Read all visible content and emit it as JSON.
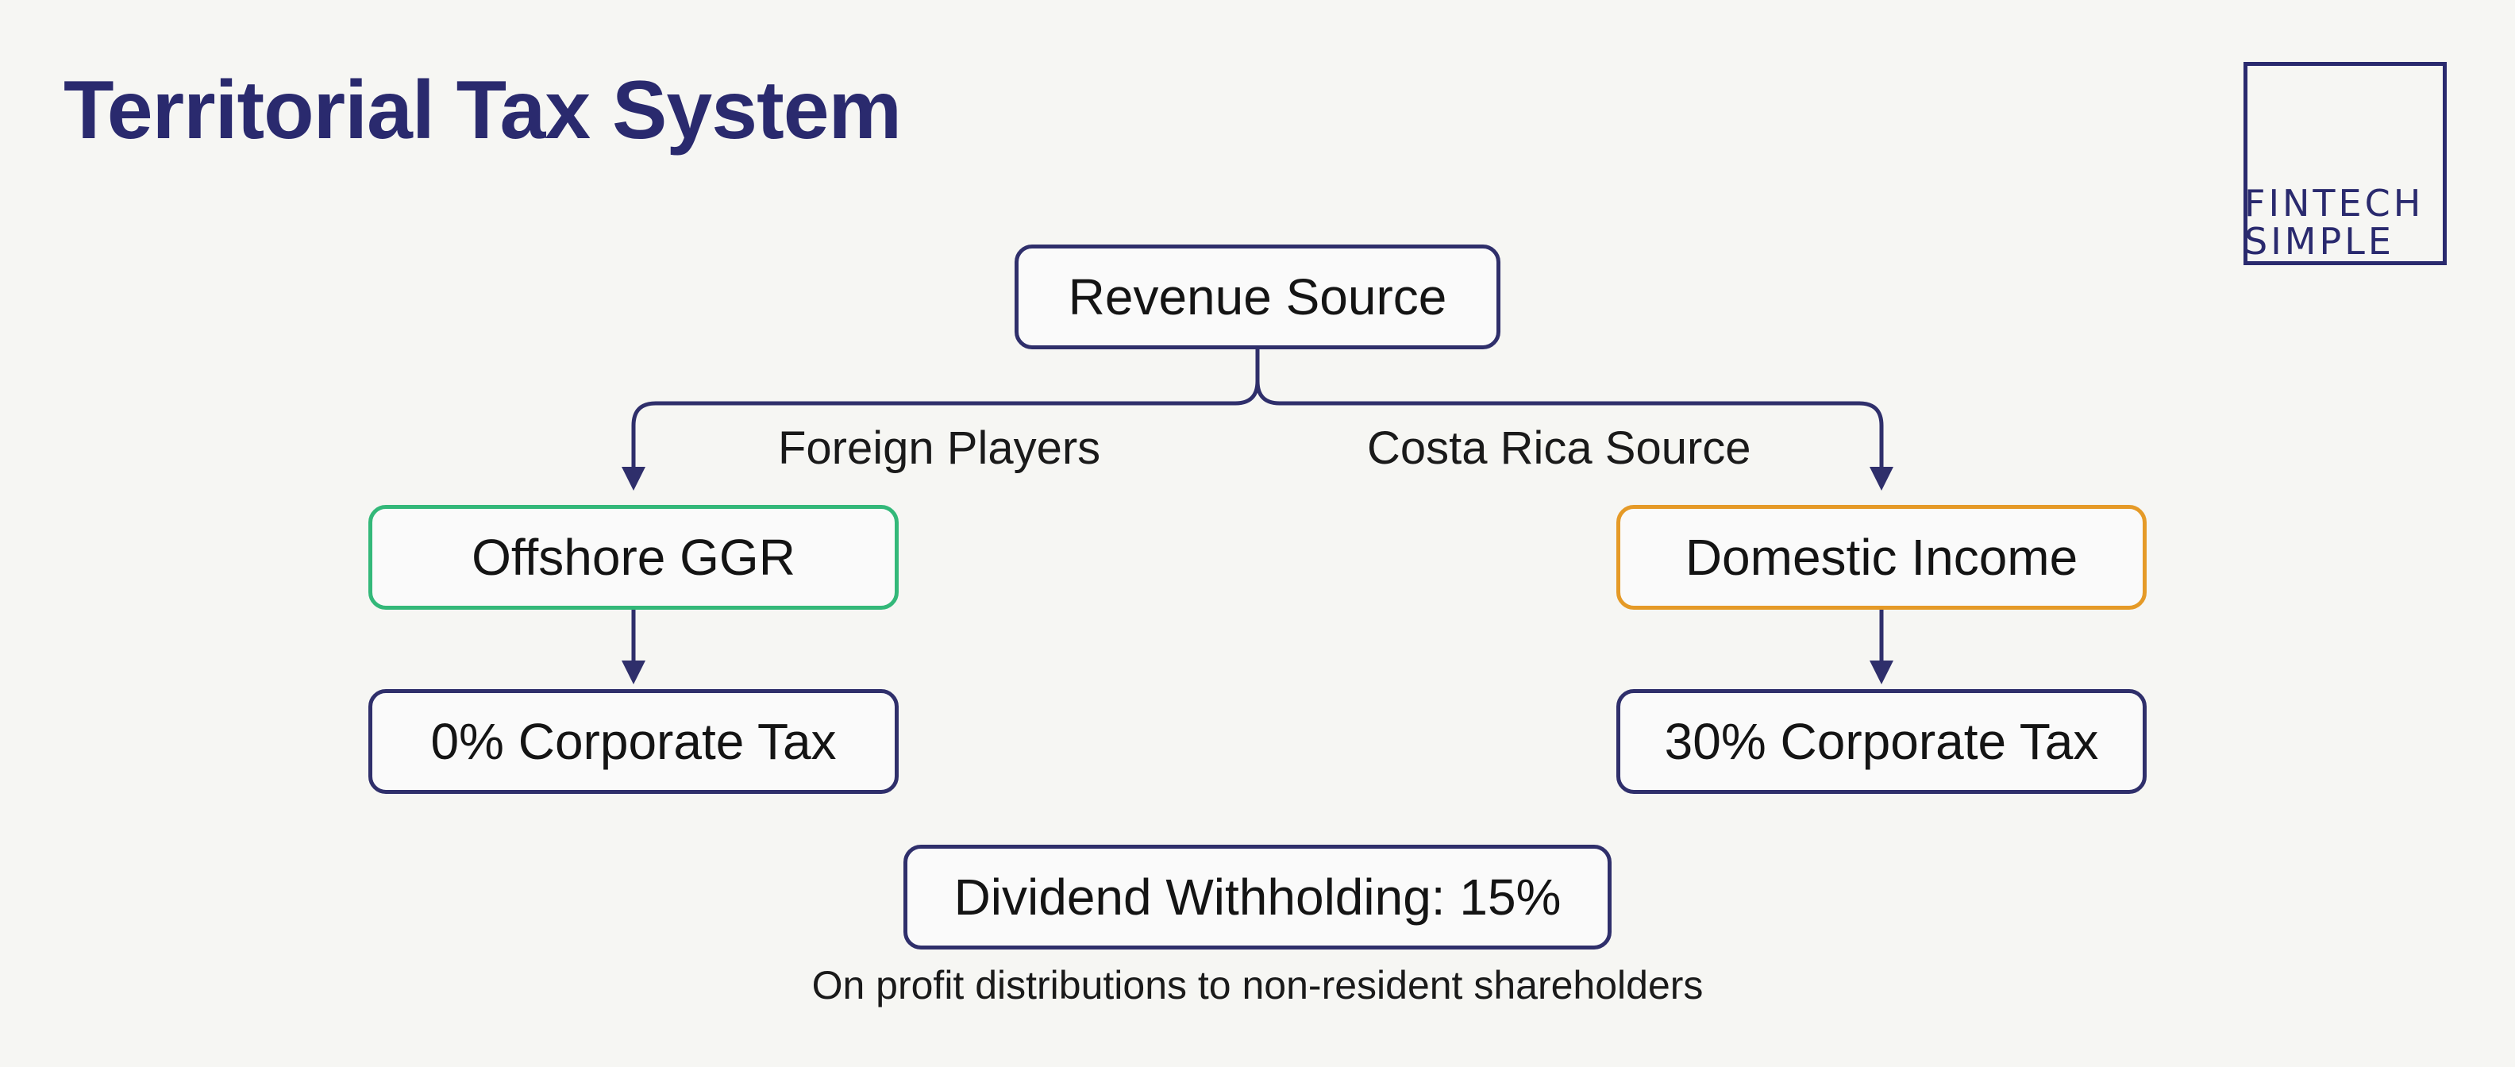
{
  "title": "Territorial Tax System",
  "logo": {
    "line1": "FINTECH",
    "line2": "SIMPLE"
  },
  "nodes": {
    "root": "Revenue Source",
    "left": "Offshore GGR",
    "right": "Domestic Income",
    "left_result": "0% Corporate Tax",
    "right_result": "30% Corporate Tax",
    "dividend": "Dividend Withholding: 15%"
  },
  "edge_labels": {
    "left": "Foreign Players",
    "right": "Costa Rica Source"
  },
  "footnote": "On profit distributions to non-resident shareholders",
  "colors": {
    "title": "#2a2a6e",
    "border_default": "#2f2f6b",
    "border_green": "#33b879",
    "border_orange": "#e59a27",
    "connector": "#2f2f6b"
  }
}
